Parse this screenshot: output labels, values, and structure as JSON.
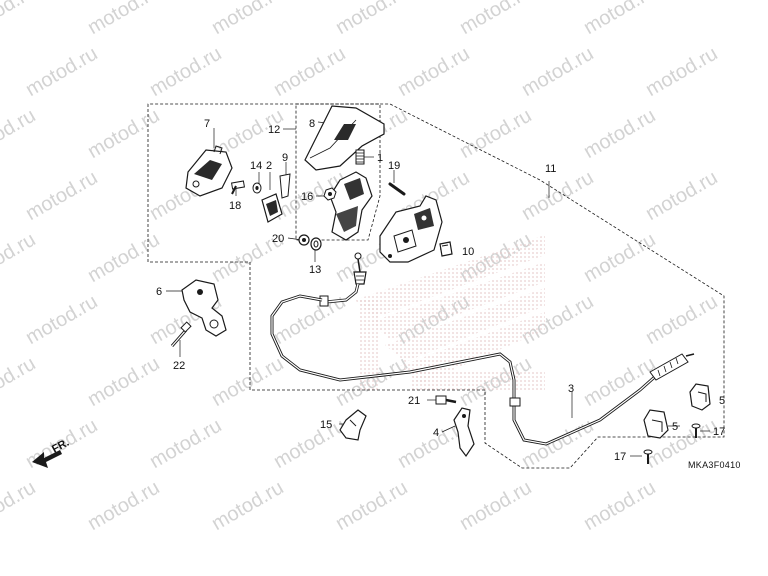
{
  "watermark": "motod.ru",
  "diagram_code": "MKA3F0410",
  "direction_label": "FR.",
  "callouts": {
    "p1": "1",
    "p2": "2",
    "p3": "3",
    "p4": "4",
    "p5a": "5",
    "p5b": "5",
    "p6": "6",
    "p7": "7",
    "p8": "8",
    "p9": "9",
    "p10": "10",
    "p11": "11",
    "p12": "12",
    "p13": "13",
    "p14": "14",
    "p15": "15",
    "p16": "16",
    "p17a": "17",
    "p17b": "17",
    "p18": "18",
    "p19": "19",
    "p20": "20",
    "p21": "21",
    "p22": "22"
  },
  "colors": {
    "line": "#1a1a1a",
    "part_fill": "#ffffff",
    "part_dark": "#3a3a3a",
    "watermark": "#d3d3d3",
    "logo_dots": "#e9d6d6"
  }
}
